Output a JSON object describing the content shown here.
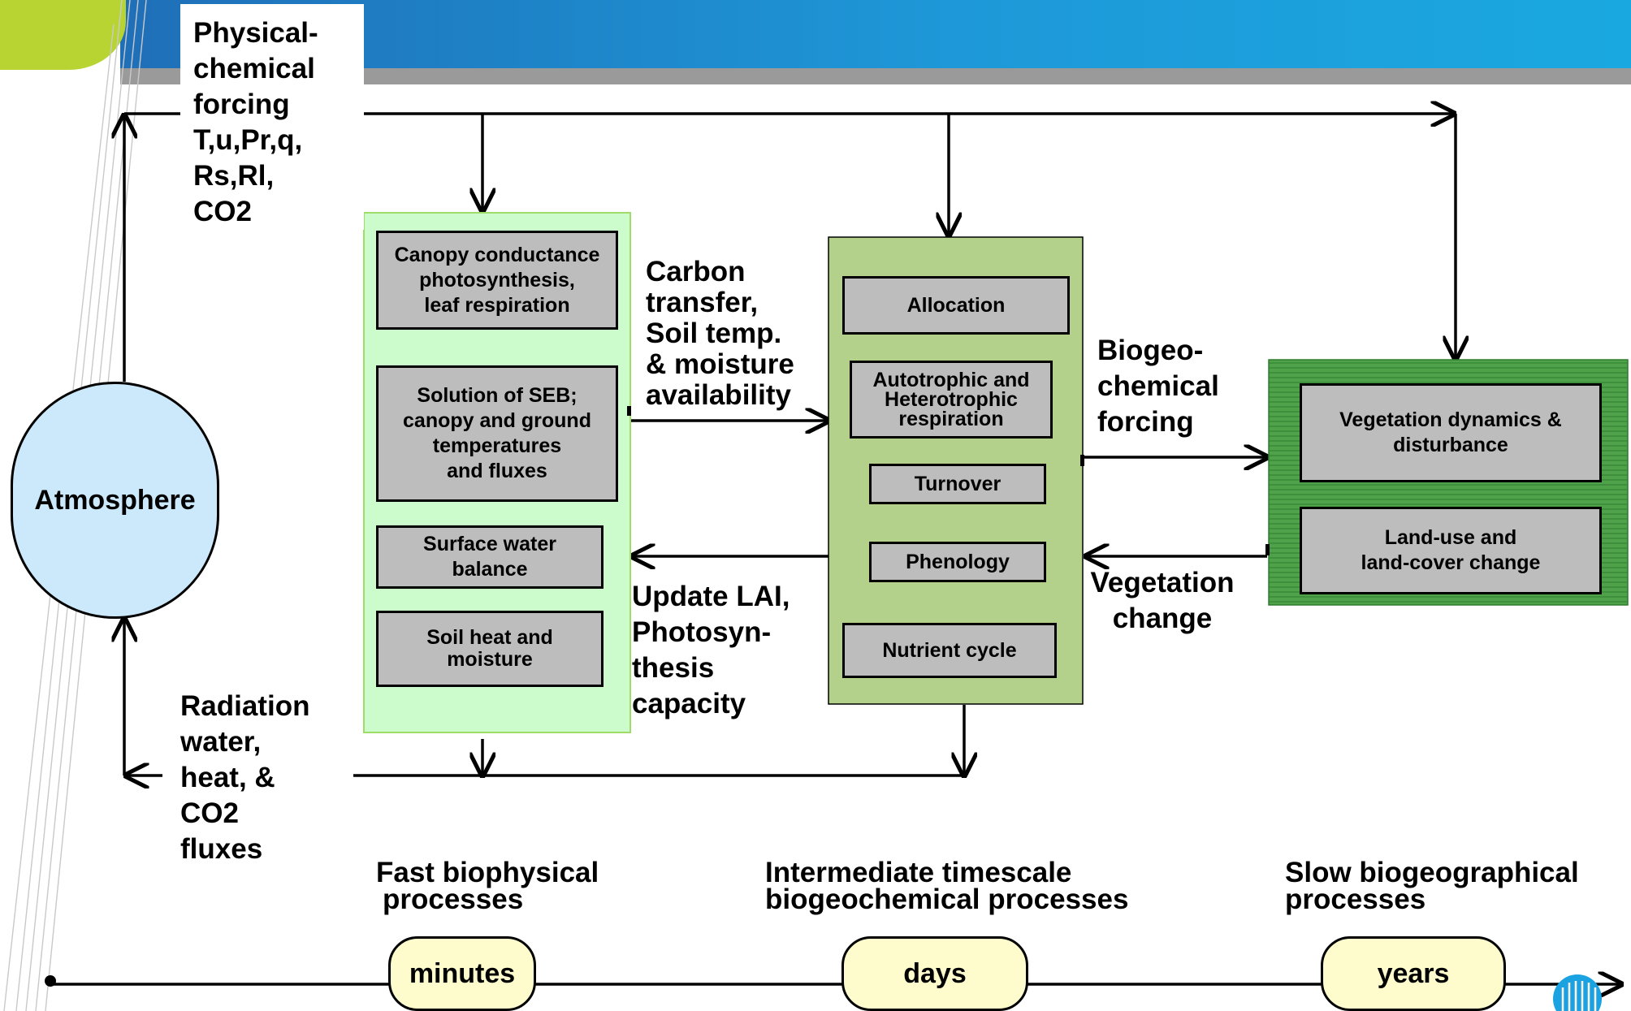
{
  "forcing_label": [
    "Physical-",
    "chemical",
    "forcing",
    "T,u,Pr,q,",
    "Rs,Rl,",
    "CO2"
  ],
  "atmosphere_label": "Atmosphere",
  "radiation_label": [
    "Radiation",
    "water,",
    "heat, &",
    "CO2",
    "fluxes"
  ],
  "fast_box": {
    "items": [
      [
        "Canopy conductance",
        "photosynthesis,",
        "leaf respiration"
      ],
      [
        "Solution of SEB;",
        "canopy and ground",
        "temperatures",
        "and fluxes"
      ],
      [
        "Surface water",
        "balance"
      ],
      [
        "Soil heat and",
        "moisture"
      ]
    ]
  },
  "carbon_transfer_label": [
    "Carbon",
    "transfer,",
    "Soil temp.",
    "& moisture",
    "availability"
  ],
  "update_lai_label": [
    "Update LAI,",
    "Photosyn-",
    "thesis",
    "capacity"
  ],
  "intermediate_box": {
    "items": [
      [
        "Allocation"
      ],
      [
        "Autotrophic and",
        "Heterotrophic",
        "respiration"
      ],
      [
        "Turnover"
      ],
      [
        "Phenology"
      ],
      [
        "Nutrient cycle"
      ]
    ]
  },
  "biogeo_forcing_label": [
    "Biogeo-",
    "chemical",
    "forcing"
  ],
  "vegetation_change_label": [
    "Vegetation",
    "change"
  ],
  "slow_box": {
    "items": [
      [
        "Vegetation dynamics &",
        "disturbance"
      ],
      [
        "Land-use and",
        "land-cover change"
      ]
    ]
  },
  "timescales": {
    "fast": [
      "Fast biophysical",
      "processes"
    ],
    "intermediate": [
      "Intermediate timescale",
      "biogeochemical processes"
    ],
    "slow": [
      "Slow biogeographical",
      "processes"
    ],
    "minutes": "minutes",
    "days": "days",
    "years": "years"
  },
  "colors": {
    "fast_box_bg": "#ccfccc",
    "intermediate_box_bg": "#b3d18a",
    "slow_box_bg": "#55a84a",
    "inner_box_bg": "#bdbdbd",
    "atmosphere_bg": "#cce8fb",
    "bubble_bg": "#fefccc",
    "banner_blue": "#1e98d8",
    "corner_green": "#b7d433"
  }
}
